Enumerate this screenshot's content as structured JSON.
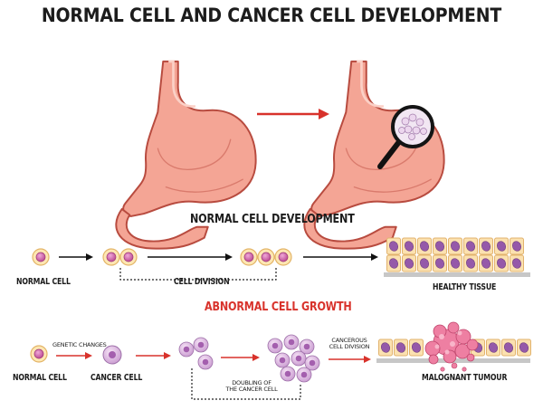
{
  "title": "NORMAL CELL AND CANCER CELL DEVELOPMENT",
  "normal_section": {
    "heading": "NORMAL CELL DEVELOPMENT",
    "labels": {
      "normal_cell": "NORMAL CELL",
      "cell_division": "CELL DIVISION",
      "healthy_tissue": "HEALTHY TISSUE"
    }
  },
  "abnormal_section": {
    "heading": "ABNORMAL CELL GROWTH",
    "labels": {
      "normal_cell": "NORMAL CELL",
      "genetic_changes": "GENETIC CHANGES",
      "cancer_cell": "CANCER CELL",
      "doubling_line1": "DOUBLING OF",
      "doubling_line2": "THE CANCER CELL",
      "cancerous_line1": "CANCEROUS",
      "cancerous_line2": "CELL DIVISION",
      "malignant_tumour": "MALOGNANT TUMOUR"
    }
  },
  "colors": {
    "stomach": "#f4a595",
    "stomach_outline": "#b84b3f",
    "cell_outer": "#fde7b3",
    "cell_nucleus": "#cf5fa6",
    "cancer_cell": "#e4bde4",
    "arrow_red": "#d8322b",
    "heading_red": "#d8322b"
  }
}
